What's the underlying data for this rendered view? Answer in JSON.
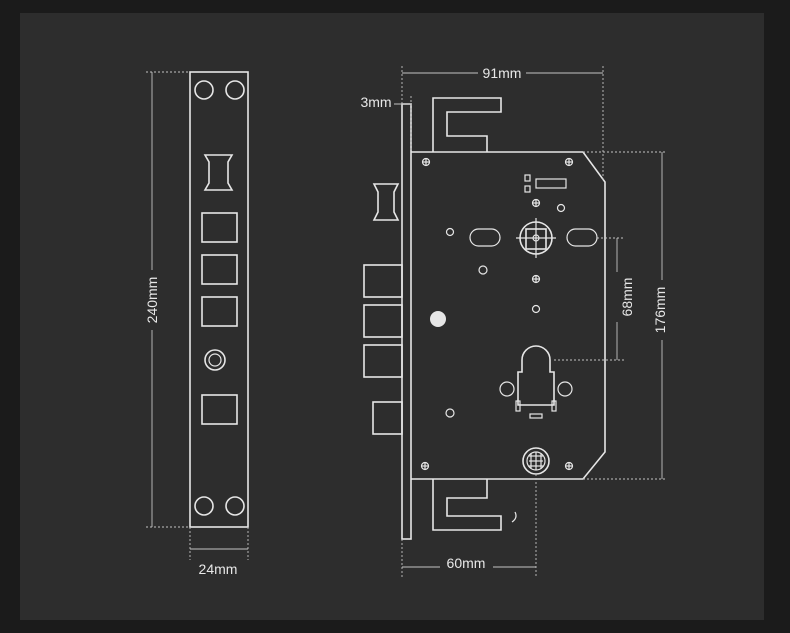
{
  "dimensions": {
    "strike_plate_height": "240mm",
    "strike_plate_width": "24mm",
    "lock_body_depth": "91mm",
    "faceplate_thickness": "3mm",
    "backset": "60mm",
    "handle_to_cylinder": "68mm",
    "case_height": "176mm"
  },
  "colors": {
    "background": "#1b1b1b",
    "panel": "#2d2d2d",
    "line": "#e6e6e6",
    "dim_line": "#bdbdbd"
  }
}
